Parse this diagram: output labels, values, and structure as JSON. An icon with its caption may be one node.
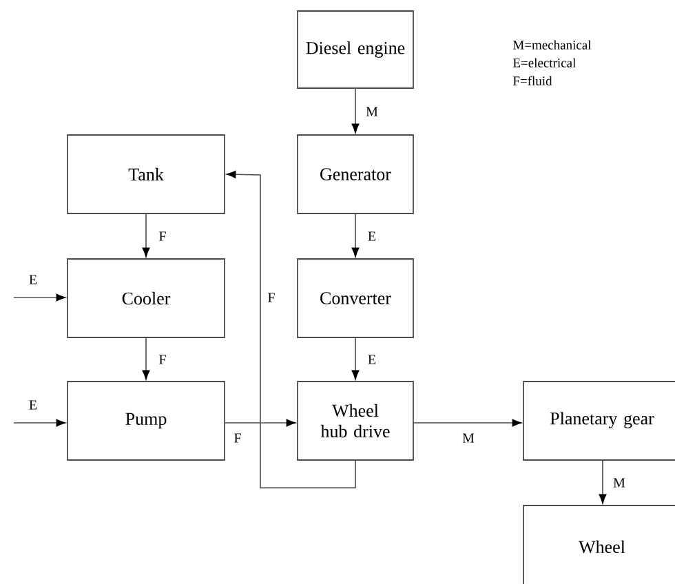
{
  "diagram": {
    "nodes": [
      {
        "text": [
          "Diesel engine"
        ]
      },
      {
        "text": [
          "Tank"
        ]
      },
      {
        "text": [
          "Generator"
        ]
      },
      {
        "text": [
          "Cooler"
        ]
      },
      {
        "text": [
          "Converter"
        ]
      },
      {
        "text": [
          "Pump"
        ]
      },
      {
        "text": [
          "Wheel hub drive"
        ]
      },
      {
        "text": [
          "Planetary gear"
        ]
      },
      {
        "text": [
          "Wheel"
        ]
      }
    ],
    "edges": [
      {
        "from": 0,
        "to": 2,
        "arrow": "to",
        "label": "M"
      },
      {
        "from": 2,
        "to": 4,
        "arrow": "to",
        "label": "E"
      },
      {
        "from": 4,
        "to": 6,
        "arrow": "to",
        "label": "E"
      },
      {
        "from": 6,
        "to": 7,
        "arrow": "to",
        "label": "M"
      },
      {
        "from": 7,
        "to": 8,
        "arrow": "to",
        "label": "M"
      },
      {
        "from": 1,
        "to": 3,
        "arrow": "to",
        "label": "F"
      },
      {
        "from": 3,
        "to": 5,
        "arrow": "to",
        "label": "F"
      },
      {
        "from": 5,
        "to": 6,
        "arrow": "to",
        "label": "F"
      },
      {
        "from": 6,
        "to": 1,
        "arrow": "to",
        "label": "F"
      },
      {
        "from": null,
        "to": 3,
        "arrow": "to",
        "label": "E"
      },
      {
        "from": null,
        "to": 5,
        "arrow": "to",
        "label": "E"
      }
    ],
    "labels": [
      "M=mechanical",
      "E=electrical",
      "F=fluid"
    ]
  }
}
